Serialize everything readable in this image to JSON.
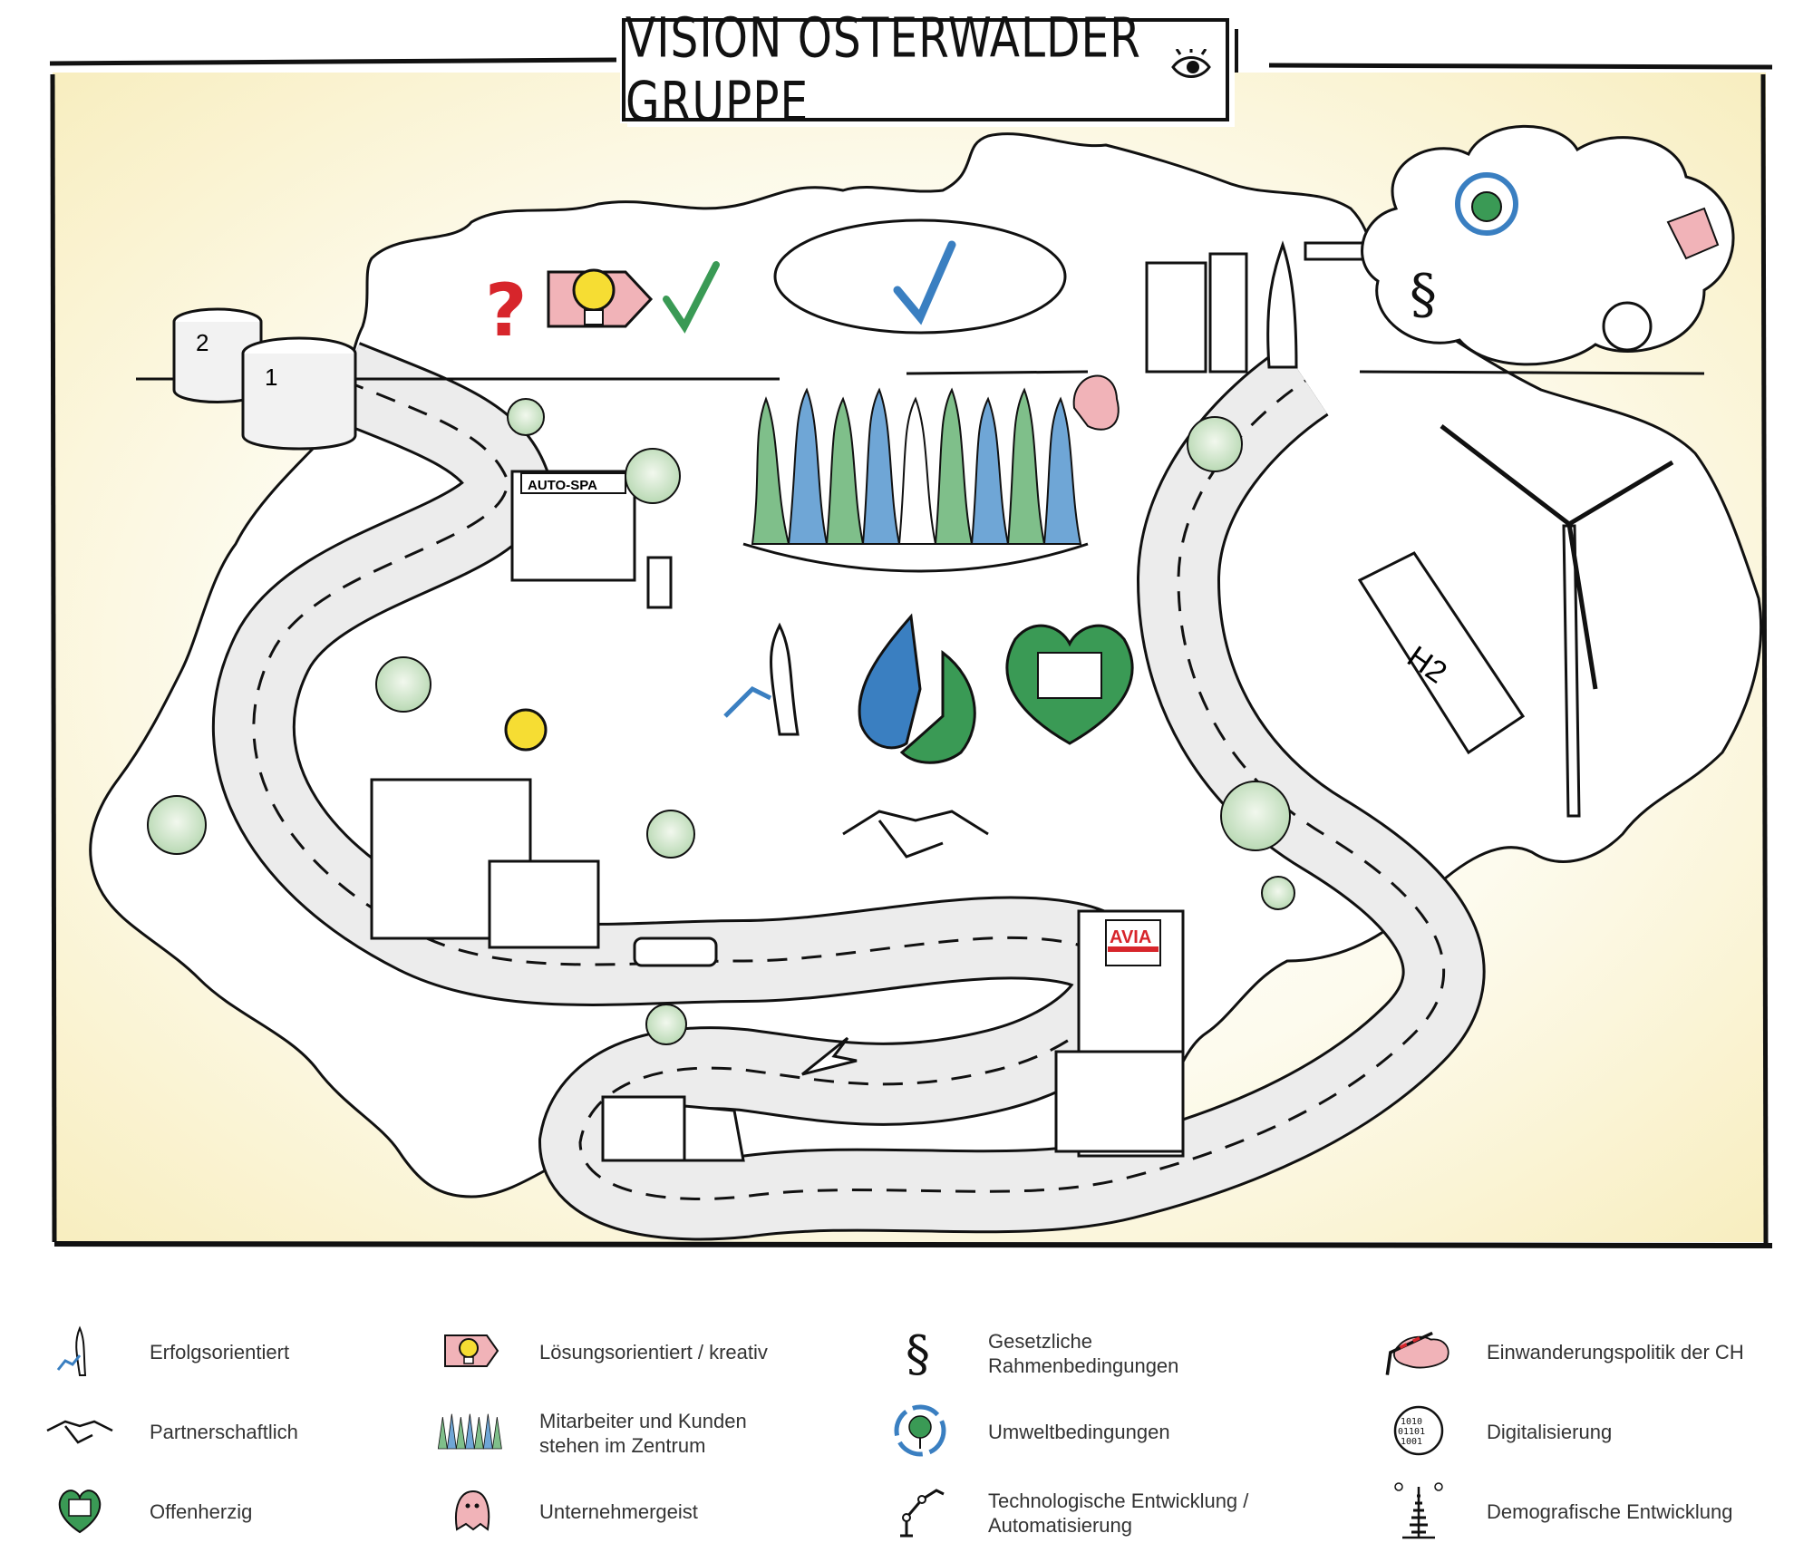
{
  "title": "Vision Osterwalder Gruppe",
  "signs": {
    "auto_spa": "AUTO-SPA",
    "avia": "AVIA",
    "h2": "H2",
    "tank_1": "1",
    "tank_2": "2"
  },
  "legend": [
    {
      "icon": "success-figure-icon",
      "label": "Erfolgsorientiert"
    },
    {
      "icon": "handshake-icon",
      "label": "Partnerschaftlich"
    },
    {
      "icon": "heart-icon",
      "label": "Offenherzig"
    },
    {
      "icon": "lightbulb-arrow-icon",
      "label": "Lösungsorientiert / kreativ"
    },
    {
      "icon": "crowd-icon",
      "label": "Mitarbeiter und Kunden\nstehen im Zentrum"
    },
    {
      "icon": "ghost-icon",
      "label": "Unternehmergeist"
    },
    {
      "icon": "paragraph-icon",
      "label": "Gesetzliche\nRahmenbedingungen"
    },
    {
      "icon": "environment-tree-icon",
      "label": "Umweltbedingungen"
    },
    {
      "icon": "robot-arm-icon",
      "label": "Technologische Entwicklung /\nAutomatisierung"
    },
    {
      "icon": "switzerland-barrier-icon",
      "label": "Einwanderungspolitik der CH"
    },
    {
      "icon": "binary-globe-icon",
      "label": "Digitalisierung"
    },
    {
      "icon": "population-pyramid-icon",
      "label": "Demografische Entwicklung"
    }
  ],
  "colors": {
    "green": "#3a9a55",
    "blue": "#3a7fc1",
    "pink": "#f1b3b8",
    "red": "#d7252b",
    "yellow": "#f6dd33",
    "paper": "#faf5d8"
  }
}
